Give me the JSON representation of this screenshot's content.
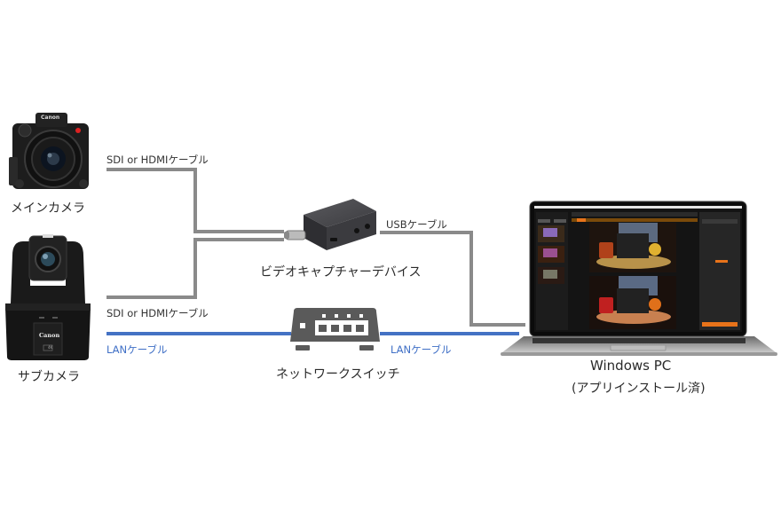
{
  "diagram": {
    "colors": {
      "video_cable": "#8a8a8a",
      "lan_cable": "#4472c4",
      "lan_text": "#3f6fc6",
      "device_dark": "#1c1c1c",
      "switch_gray": "#5a5a5a",
      "app_accent": "#e8731a"
    },
    "devices": {
      "main_camera": {
        "label": "メインカメラ",
        "brand": "Canon",
        "icon": "cinema-camera-icon"
      },
      "sub_camera": {
        "label": "サブカメラ",
        "brand": "Canon",
        "badge": "4K",
        "icon": "ptz-camera-icon"
      },
      "capture_device": {
        "label": "ビデオキャプチャーデバイス",
        "icon": "capture-device-icon"
      },
      "network_switch": {
        "label": "ネットワークスイッチ",
        "icon": "network-switch-icon"
      },
      "pc": {
        "label_line1": "Windows PC",
        "label_line2": "(アプリインストール済)",
        "icon": "laptop-icon"
      }
    },
    "cables": {
      "main_to_capture": {
        "label": "SDI or HDMIケーブル",
        "type": "video"
      },
      "sub_to_capture": {
        "label": "SDI or HDMIケーブル",
        "type": "video"
      },
      "capture_to_pc": {
        "label": "USBケーブル",
        "type": "usb"
      },
      "sub_to_switch": {
        "label": "LANケーブル",
        "type": "lan"
      },
      "switch_to_pc": {
        "label": "LANケーブル",
        "type": "lan"
      }
    }
  }
}
